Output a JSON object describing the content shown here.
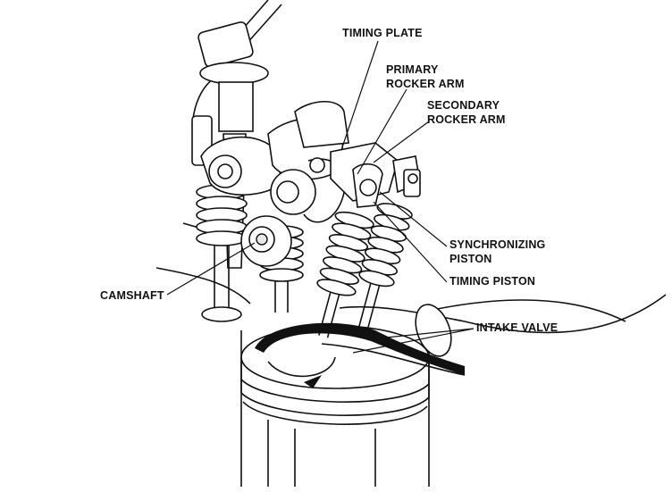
{
  "labels": {
    "timing_plate": "TIMING PLATE",
    "primary_rocker_arm": [
      "PRIMARY",
      "ROCKER ARM"
    ],
    "secondary_rocker_arm": [
      "SECONDARY",
      "ROCKER ARM"
    ],
    "synchronizing_piston": [
      "SYNCHRONIZING",
      "PISTON"
    ],
    "timing_piston": "TIMING PISTON",
    "intake_valve": "INTAKE VALVE",
    "camshaft": "CAMSHAFT"
  }
}
